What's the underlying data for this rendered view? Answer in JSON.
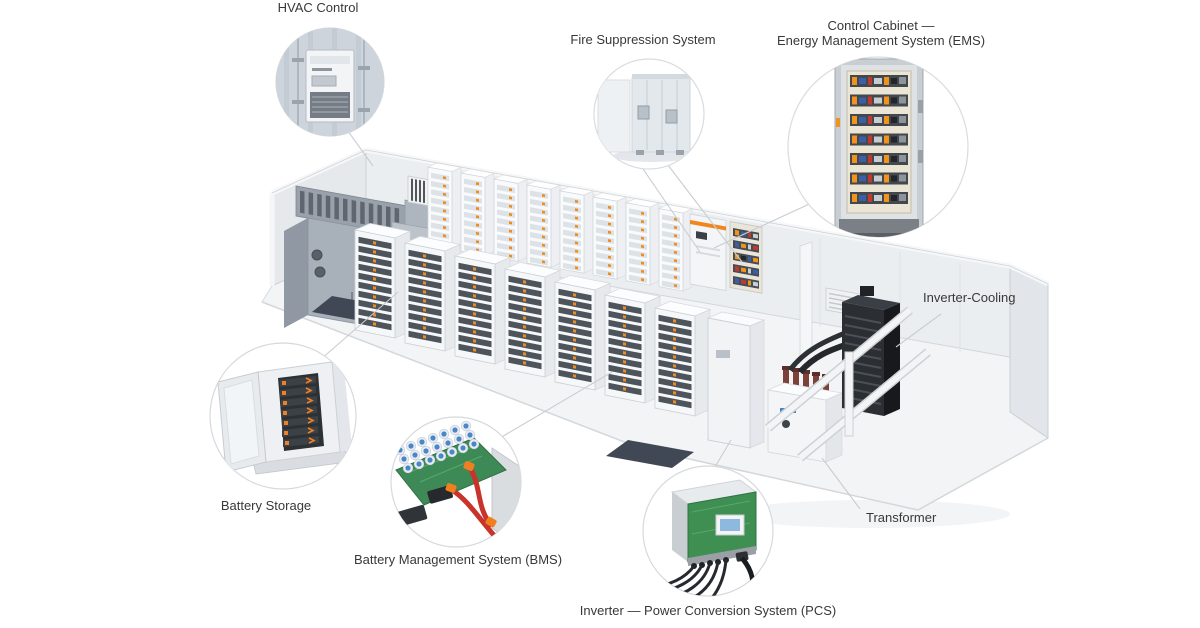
{
  "diagram": {
    "description": "Cutaway illustration of a containerized battery energy storage system with labeled components",
    "background_color": "#ffffff",
    "leader_line_color": "#c9cdd1",
    "text_color": "#383838",
    "callouts": [
      {
        "id": "hvac",
        "label": "HVAC Control"
      },
      {
        "id": "fire",
        "label": "Fire Suppression System"
      },
      {
        "id": "ems",
        "label": "Control Cabinet —",
        "label2": "Energy Management System (EMS)"
      },
      {
        "id": "inverter_cooling",
        "label": "Inverter-Cooling"
      },
      {
        "id": "battery_storage",
        "label": "Battery Storage"
      },
      {
        "id": "bms",
        "label": "Battery Management System (BMS)"
      },
      {
        "id": "pcs",
        "label": "Inverter — Power Conversion System (PCS)"
      },
      {
        "id": "transformer",
        "label": "Transformer"
      }
    ],
    "accent_colors": {
      "module_orange": "#f0861c",
      "cell_blue": "#4a86c8",
      "pcb_green": "#3f8f52",
      "cable_red": "#c8332b",
      "cabinet_white": "#f5f6f8"
    }
  }
}
